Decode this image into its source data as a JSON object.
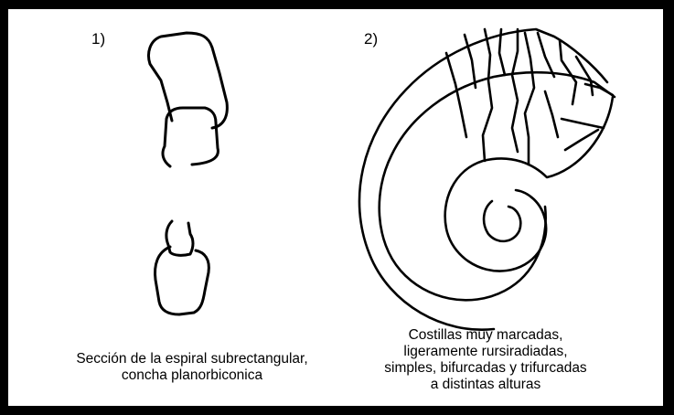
{
  "figure1": {
    "number": "1)",
    "caption": [
      "Sección de la espiral subrectangular,",
      "concha planorbiconica"
    ]
  },
  "figure2": {
    "number": "2)",
    "caption": [
      "Costillas muy marcadas,",
      "ligeramente rursiradiadas,",
      "simples, bifurcadas y trifurcadas",
      "a distintas alturas"
    ]
  },
  "colors": {
    "stroke": "#000000",
    "background": "#ffffff",
    "frame": "#000000"
  }
}
